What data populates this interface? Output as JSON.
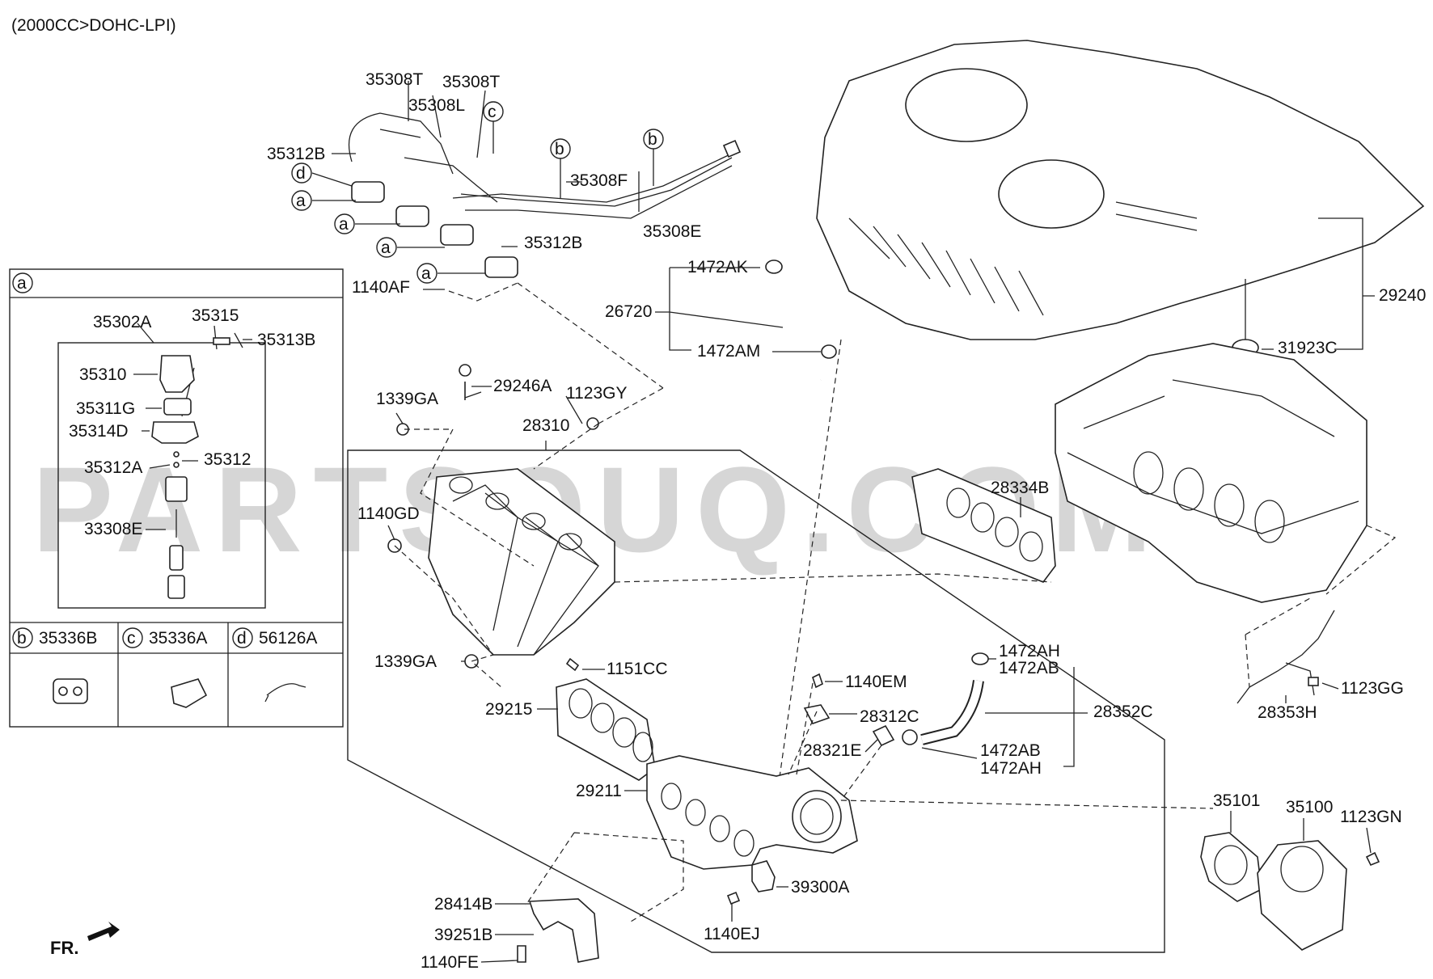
{
  "header": {
    "engine_spec": "(2000CC>DOHC-LPI)"
  },
  "watermark": "PARTSOUQ.COM",
  "front_marker": "FR.",
  "callout_letters": {
    "a": "a",
    "b": "b",
    "c": "c",
    "d": "d"
  },
  "detail_a": {
    "letter": "a",
    "labels": [
      "35302A",
      "35315",
      "35313B",
      "35310",
      "35311G",
      "35314D",
      "35312A",
      "35312",
      "33308E"
    ]
  },
  "detail_boxes": [
    {
      "letter": "b",
      "part": "35336B"
    },
    {
      "letter": "c",
      "part": "35336A"
    },
    {
      "letter": "d",
      "part": "56126A"
    }
  ],
  "labels": {
    "p35308T_1": "35308T",
    "p35308T_2": "35308T",
    "p35308L": "35308L",
    "p35312B_1": "35312B",
    "p35312B_2": "35312B",
    "p35308F": "35308F",
    "p35308E": "35308E",
    "p1140AF": "1140AF",
    "p1472AK": "1472AK",
    "p26720": "26720",
    "p1472AM": "1472AM",
    "p29240": "29240",
    "p31923C": "31923C",
    "p1339GA_1": "1339GA",
    "p29246A": "29246A",
    "p1123GY": "1123GY",
    "p28310": "28310",
    "p1140GD": "1140GD",
    "p28334B": "28334B",
    "p1339GA_2": "1339GA",
    "p1151CC": "1151CC",
    "p29215": "29215",
    "p29211": "29211",
    "p1140EM": "1140EM",
    "p28312C": "28312C",
    "p28321E": "28321E",
    "p1472AH_1": "1472AH",
    "p1472AB_1": "1472AB",
    "p28352C": "28352C",
    "p1472AB_2": "1472AB",
    "p1472AH_2": "1472AH",
    "p1123GG": "1123GG",
    "p28353H": "28353H",
    "p35101": "35101",
    "p35100": "35100",
    "p1123GN": "1123GN",
    "p28414B": "28414B",
    "p39251B": "39251B",
    "p1140FE": "1140FE",
    "p39300A": "39300A",
    "p1140EJ": "1140EJ"
  }
}
